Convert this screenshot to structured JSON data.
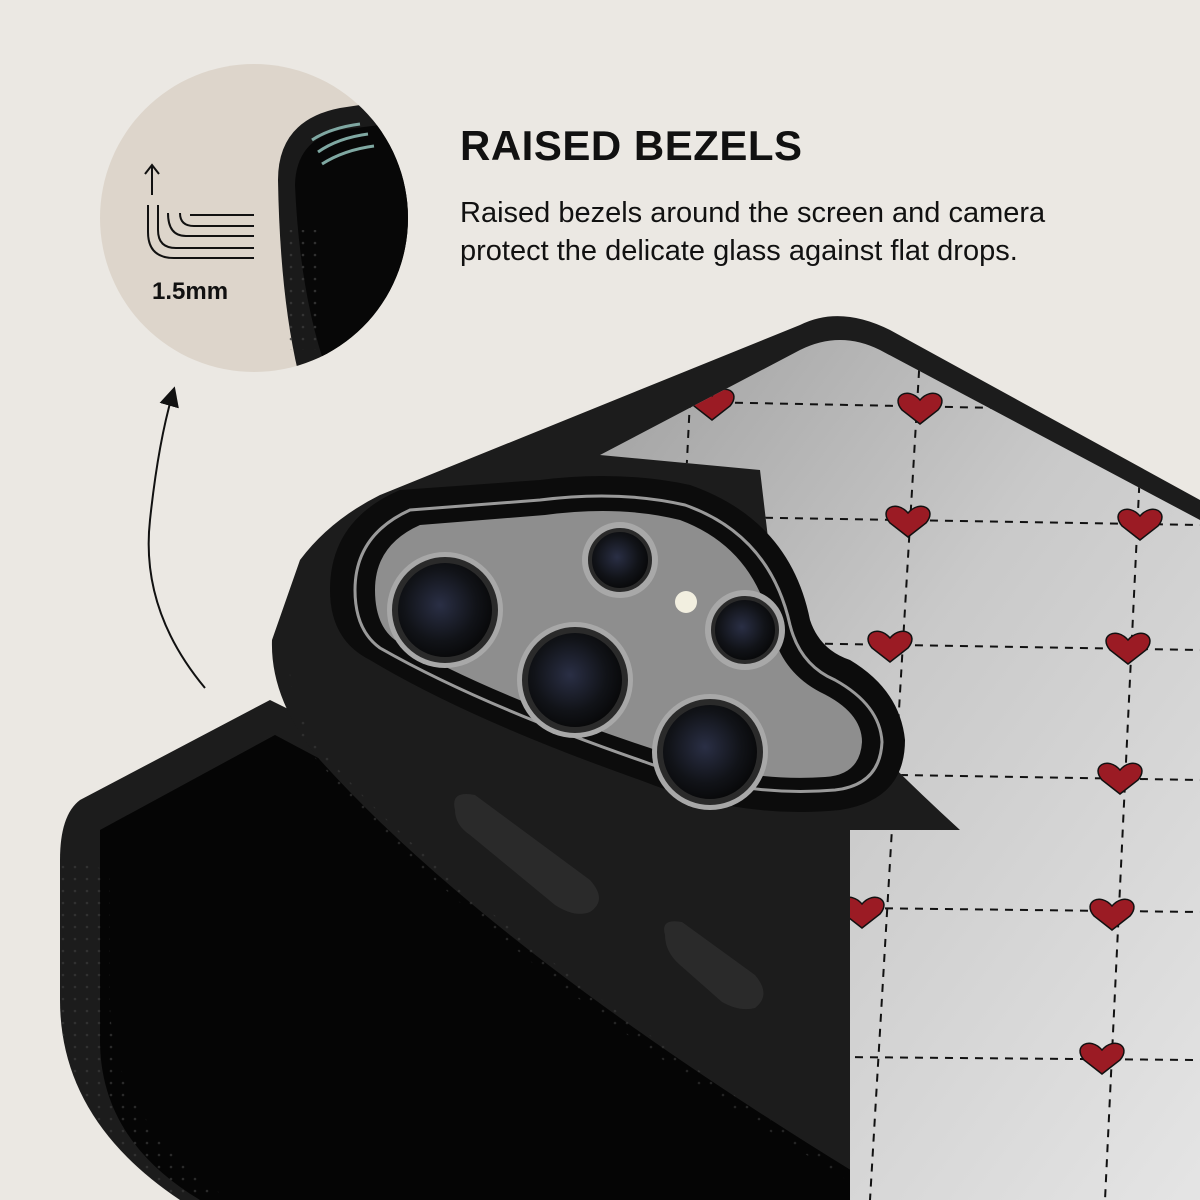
{
  "feature": {
    "title": "RAISED BEZELS",
    "description_lines": [
      "Raised bezels around the screen and camera",
      "protect the delicate glass against flat drops."
    ]
  },
  "callout": {
    "measurement": "1.5mm",
    "icon": "raised-edge-icon"
  },
  "colors": {
    "background": "#ebe8e3",
    "callout_circle": "#ddd5cb",
    "case": "#1c1c1c",
    "back_plate": "#bdbdbd",
    "hearts": "#9b1b24",
    "text": "#111111"
  }
}
